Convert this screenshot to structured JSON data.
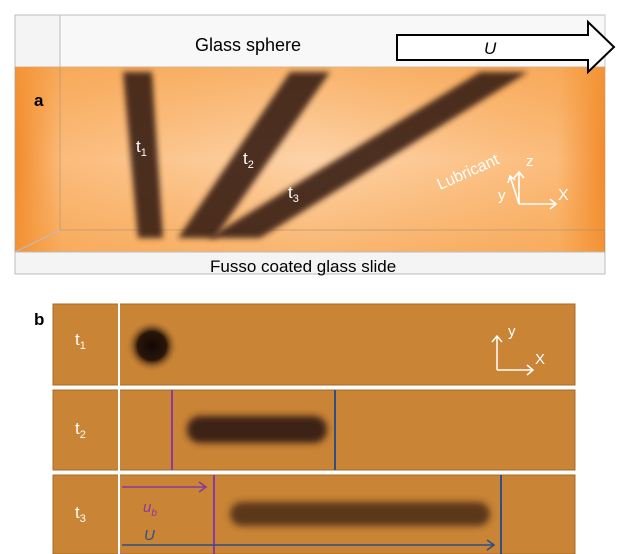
{
  "panel_a": {
    "label": "a",
    "sphere_label": "Glass sphere",
    "velocity_label": "U",
    "lubricant_label": "Lubricant",
    "slide_label": "Fusso coated glass slide",
    "time_labels": {
      "t1": {
        "base": "t",
        "sub": "1"
      },
      "t2": {
        "base": "t",
        "sub": "2"
      },
      "t3": {
        "base": "t",
        "sub": "3"
      }
    },
    "axes": {
      "x": "X",
      "y": "y",
      "z": "z"
    }
  },
  "panel_b": {
    "label": "b",
    "rows": [
      {
        "base": "t",
        "sub": "1"
      },
      {
        "base": "t",
        "sub": "2"
      },
      {
        "base": "t",
        "sub": "3"
      }
    ],
    "axes": {
      "x": "X",
      "y": "y"
    },
    "ub_label": {
      "base": "u",
      "sub": "b"
    },
    "u_label": "U"
  },
  "colors": {
    "lubricant": "#f59a3c",
    "strip_fill": "#c98436",
    "streak": "#3d2414",
    "ub_line": "#8a3a9c",
    "u_line": "#2f4e84"
  }
}
